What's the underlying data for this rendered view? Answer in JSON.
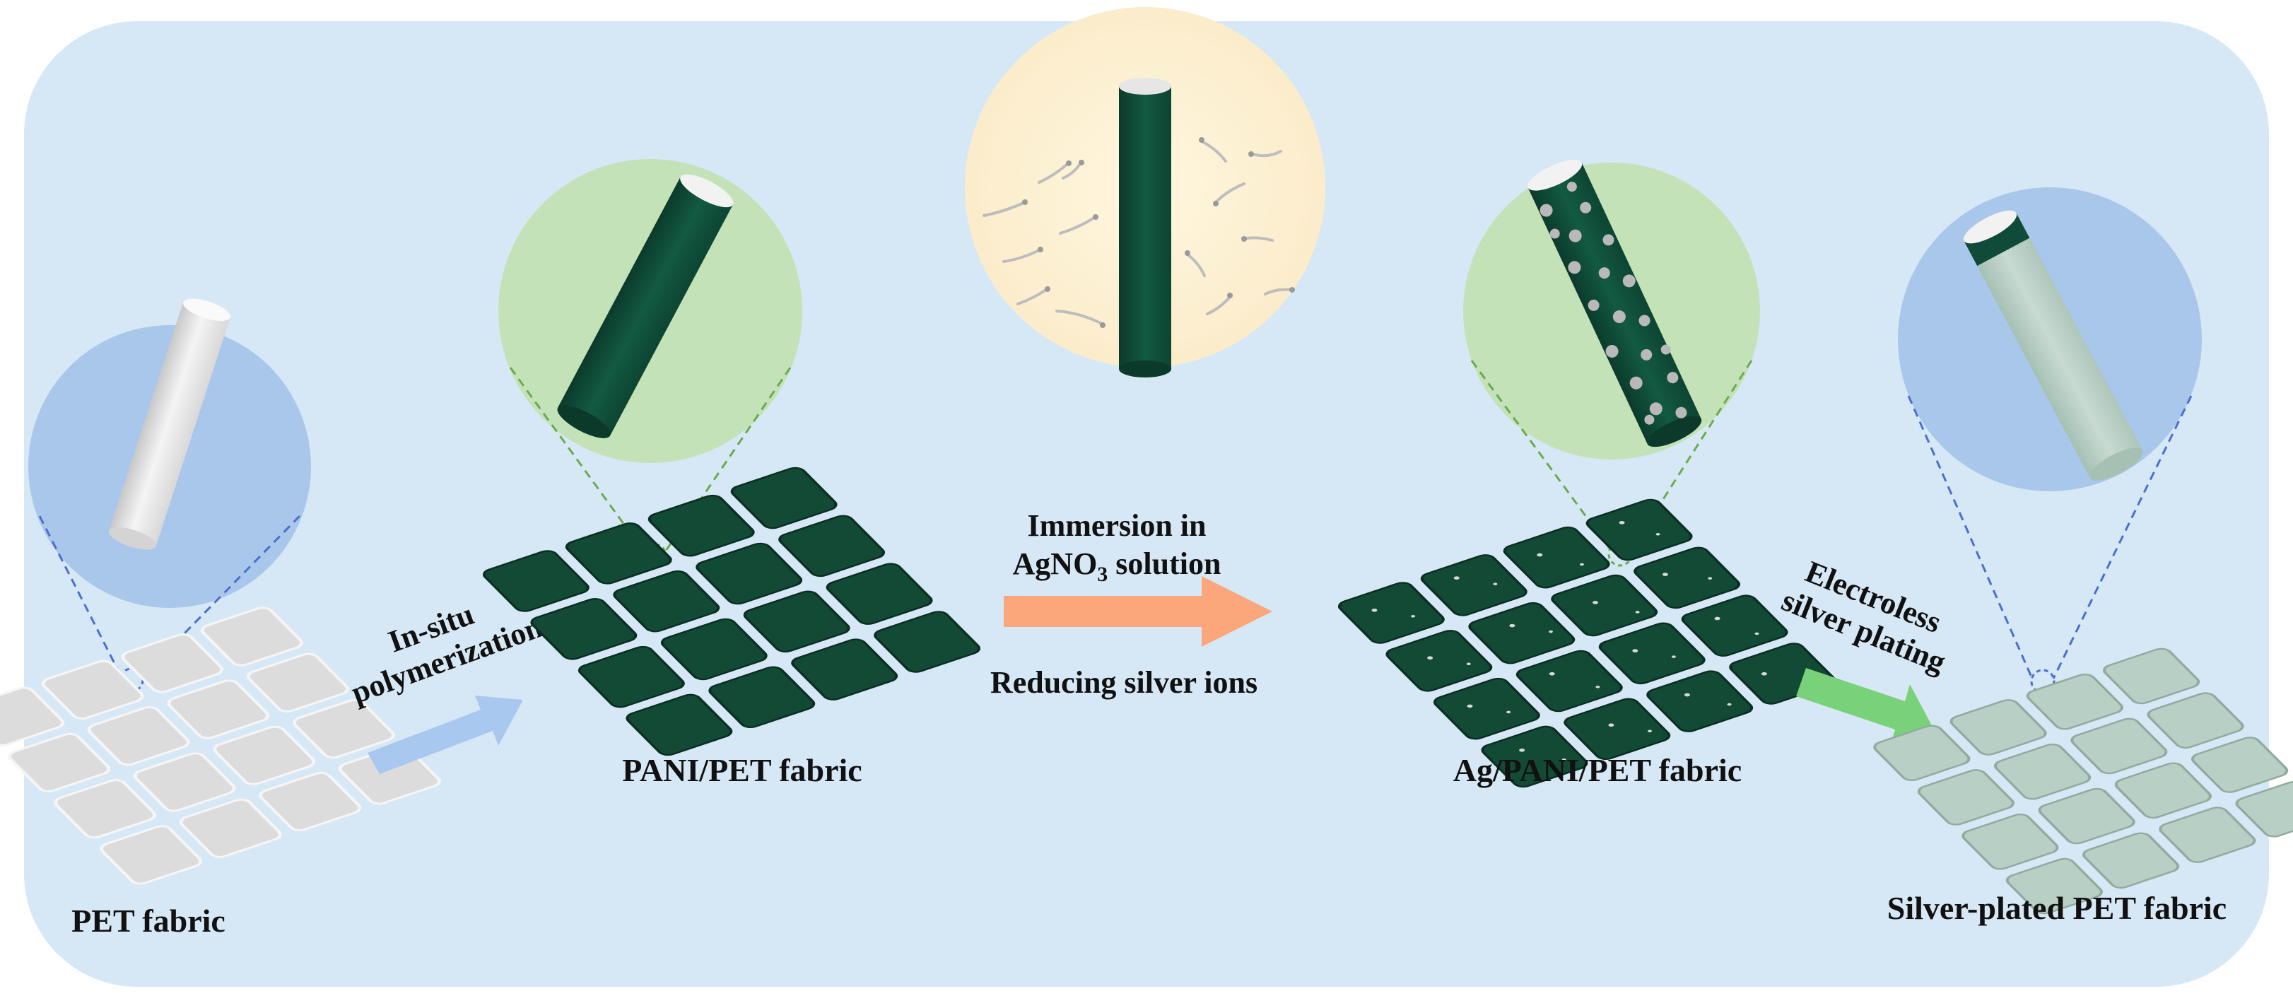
{
  "labels": {
    "pet_fabric": "PET fabric",
    "pani_pet_fabric": "PANI/PET fabric",
    "ag_pani_pet_fabric": "Ag/PANI/PET fabric",
    "silver_plated_pet_fabric": "Silver-plated PET fabric"
  },
  "steps": {
    "in_situ_line1": "In-situ",
    "in_situ_line2": "polymerization",
    "immersion_line1": "Immersion in",
    "immersion_line2_prefix": "AgNO",
    "immersion_line2_sub": "3",
    "immersion_line2_suffix": " solution",
    "reducing": "Reducing silver ions",
    "electroless_line1": "Electroless",
    "electroless_line2": "silver plating"
  },
  "colors": {
    "background_panel": "#d6e8f5",
    "pet_fiber": "#e6e6e6",
    "pani_fiber": "#0f4b38",
    "silver_fiber": "#b7cfc4",
    "blue_circle": "#a9c7ea",
    "green_circle": "#c4e2b8",
    "yellow_circle": "#fbefcc",
    "arrow_blue": "#a9c8ef",
    "arrow_orange": "#fba77b",
    "arrow_green": "#79d279"
  }
}
